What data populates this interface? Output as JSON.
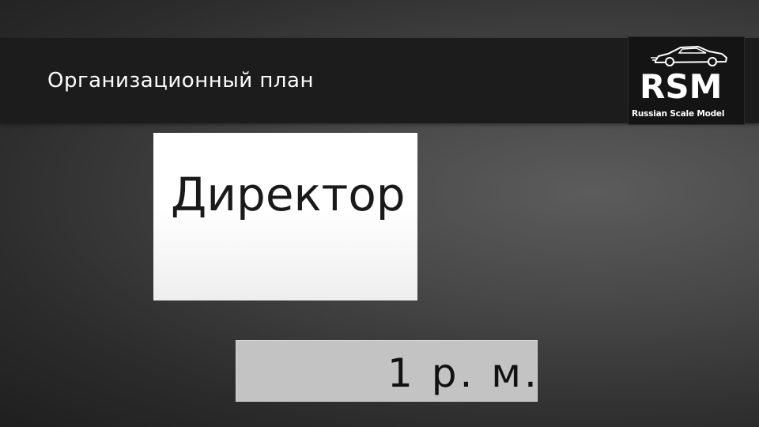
{
  "slide": {
    "title": "Организационный план",
    "box_primary": "Директор",
    "box_secondary": "1 р. м."
  },
  "logo": {
    "mark": "RSM",
    "subtitle": "Russian Scale Model",
    "icon": "car-icon"
  },
  "colors": {
    "title_bar": "#1c1c1c",
    "primary_box": "#ffffff",
    "secondary_box": "#c3c3c3",
    "background": "#3a3a3a"
  }
}
